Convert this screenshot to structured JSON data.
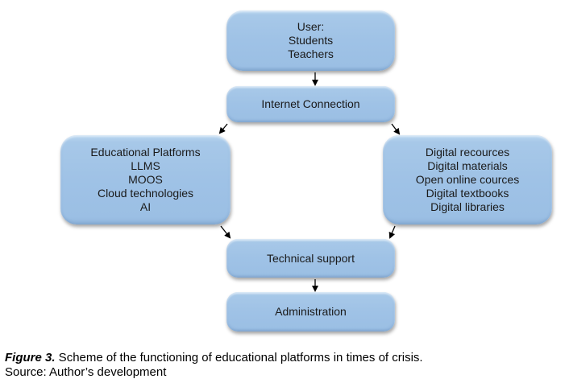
{
  "diagram": {
    "nodes": {
      "user": {
        "lines": [
          "User:",
          "Students",
          "Teachers"
        ]
      },
      "internet": {
        "lines": [
          "Internet Connection"
        ]
      },
      "platforms": {
        "lines": [
          "Educational Platforms",
          "LLMS",
          "MOOS",
          "Cloud technologies",
          "AI"
        ]
      },
      "resources": {
        "lines": [
          "Digital recources",
          "Digital materials",
          "Open online cources",
          "Digital textbooks",
          "Digital libraries"
        ]
      },
      "support": {
        "lines": [
          "Technical support"
        ]
      },
      "admin": {
        "lines": [
          "Administration"
        ]
      }
    },
    "edges": [
      {
        "from": "user",
        "to": "internet"
      },
      {
        "from": "internet",
        "to": "platforms"
      },
      {
        "from": "internet",
        "to": "resources"
      },
      {
        "from": "platforms",
        "to": "support"
      },
      {
        "from": "resources",
        "to": "support"
      },
      {
        "from": "support",
        "to": "admin"
      }
    ],
    "colors": {
      "box_fill": "#a3c4e6",
      "arrow": "#000000"
    }
  },
  "caption": {
    "label": "Figure 3.",
    "text": " Scheme of the functioning of educational platforms in times of crisis.",
    "source": "Source: Author’s development"
  }
}
